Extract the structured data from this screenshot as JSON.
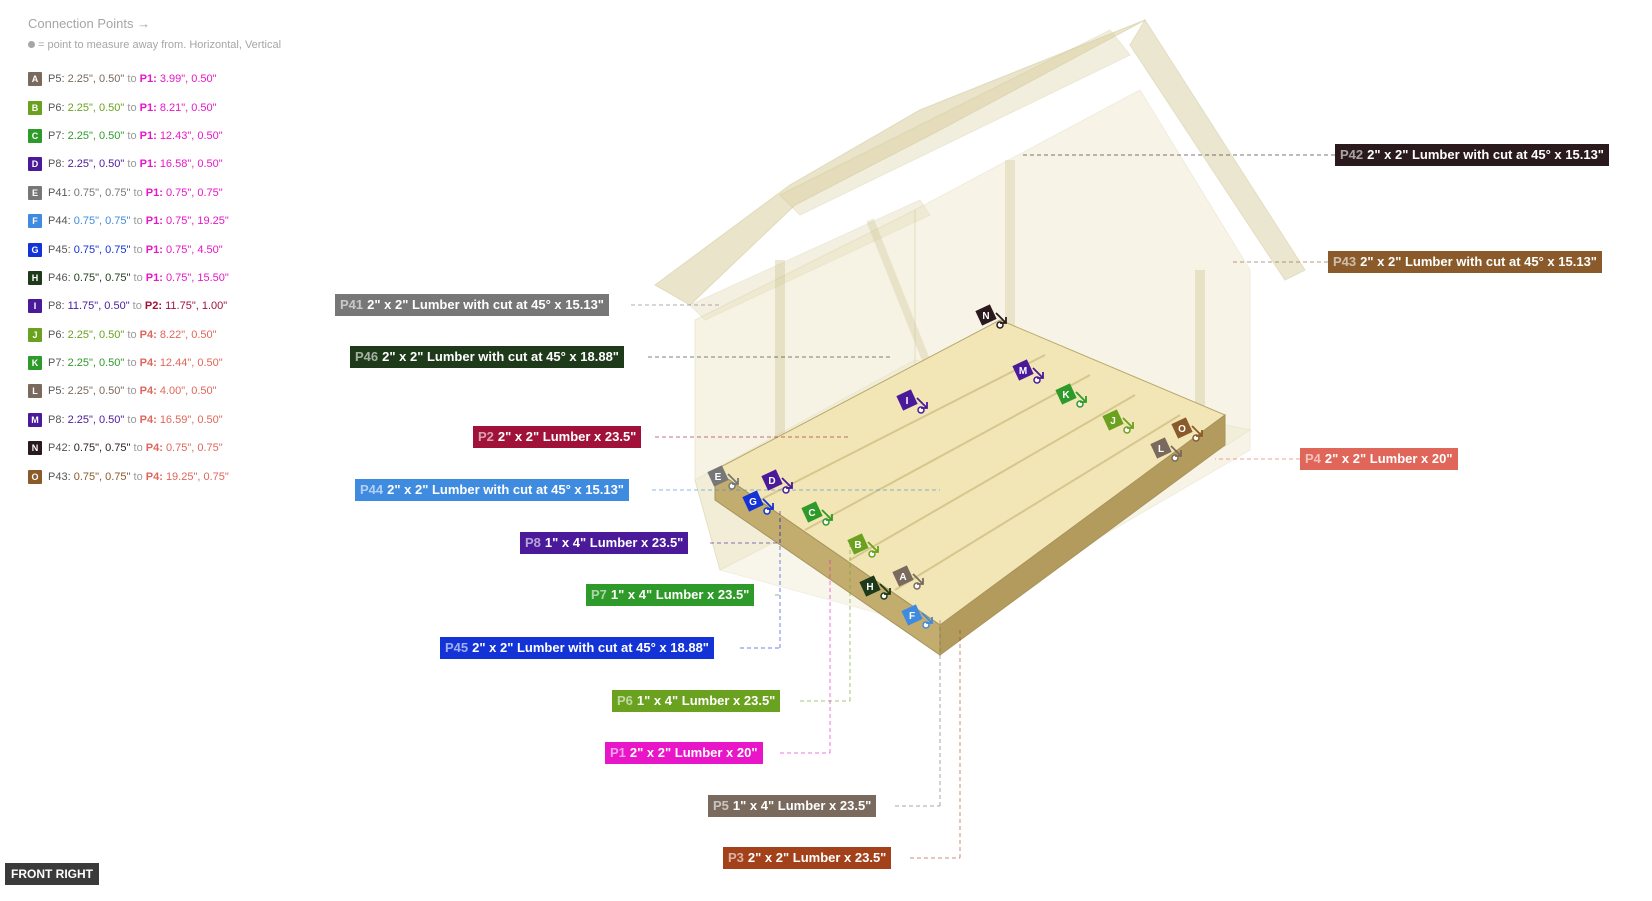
{
  "legend": {
    "title": "Connection Points →",
    "subtitle": "= point to measure away from. Horizontal, Vertical",
    "items": [
      {
        "badge": "A",
        "color": "#7a6a5d",
        "from": "P5:",
        "from_xy": "2.25\", 0.50\"",
        "to": "P1:",
        "to_xy": "3.99\", 0.50\""
      },
      {
        "badge": "B",
        "color": "#6aa11e",
        "from": "P6:",
        "from_xy": "2.25\", 0.50\"",
        "to": "P1:",
        "to_xy": "8.21\", 0.50\""
      },
      {
        "badge": "C",
        "color": "#2e9a2a",
        "from": "P7:",
        "from_xy": "2.25\", 0.50\"",
        "to": "P1:",
        "to_xy": "12.43\", 0.50\""
      },
      {
        "badge": "D",
        "color": "#4a1a9a",
        "from": "P8:",
        "from_xy": "2.25\", 0.50\"",
        "to": "P1:",
        "to_xy": "16.58\", 0.50\""
      },
      {
        "badge": "E",
        "color": "#777777",
        "from": "P41:",
        "from_xy": "0.75\", 0.75\"",
        "to": "P1:",
        "to_xy": "0.75\", 0.75\""
      },
      {
        "badge": "F",
        "color": "#3f8be0",
        "from": "P44:",
        "from_xy": "0.75\", 0.75\"",
        "to": "P1:",
        "to_xy": "0.75\", 19.25\""
      },
      {
        "badge": "G",
        "color": "#1333d6",
        "from": "P45:",
        "from_xy": "0.75\", 0.75\"",
        "to": "P1:",
        "to_xy": "0.75\", 4.50\""
      },
      {
        "badge": "H",
        "color": "#1f3a1a",
        "from": "P46:",
        "from_xy": "0.75\", 0.75\"",
        "to": "P1:",
        "to_xy": "0.75\", 15.50\""
      },
      {
        "badge": "I",
        "color": "#4a1a9a",
        "from": "P8:",
        "from_xy": "11.75\", 0.50\"",
        "to": "P2:",
        "to_xy": "11.75\", 1.00\""
      },
      {
        "badge": "J",
        "color": "#6aa11e",
        "from": "P6:",
        "from_xy": "2.25\", 0.50\"",
        "to": "P4:",
        "to_xy": "8.22\", 0.50\""
      },
      {
        "badge": "K",
        "color": "#2e9a2a",
        "from": "P7:",
        "from_xy": "2.25\", 0.50\"",
        "to": "P4:",
        "to_xy": "12.44\", 0.50\""
      },
      {
        "badge": "L",
        "color": "#7a6a5d",
        "from": "P5:",
        "from_xy": "2.25\", 0.50\"",
        "to": "P4:",
        "to_xy": "4.00\", 0.50\""
      },
      {
        "badge": "M",
        "color": "#4a1a9a",
        "from": "P8:",
        "from_xy": "2.25\", 0.50\"",
        "to": "P4:",
        "to_xy": "16.59\", 0.50\""
      },
      {
        "badge": "N",
        "color": "#2a1a1e",
        "from": "P42:",
        "from_xy": "0.75\", 0.75\"",
        "to": "P4:",
        "to_xy": "0.75\", 0.75\""
      },
      {
        "badge": "O",
        "color": "#8a5a2a",
        "from": "P43:",
        "from_xy": "0.75\", 0.75\"",
        "to": "P4:",
        "to_xy": "19.25\", 0.75\""
      }
    ]
  },
  "parts": [
    {
      "id": "P42",
      "text": "2\" x 2\" Lumber with cut at 45° x 15.13\"",
      "color": "#2a1a1e"
    },
    {
      "id": "P43",
      "text": "2\" x 2\" Lumber with cut at 45° x 15.13\"",
      "color": "#8a5a2a"
    },
    {
      "id": "P41",
      "text": "2\" x 2\" Lumber with cut at 45° x 15.13\"",
      "color": "#777777"
    },
    {
      "id": "P46",
      "text": "2\" x 2\" Lumber with cut at 45° x 18.88\"",
      "color": "#1f3a1a"
    },
    {
      "id": "P2",
      "text": "2\" x 2\" Lumber x 23.5\"",
      "color": "#a0123a"
    },
    {
      "id": "P4",
      "text": "2\" x 2\" Lumber x 20\"",
      "color": "#e0665a"
    },
    {
      "id": "P44",
      "text": "2\" x 2\" Lumber with cut at 45° x 15.13\"",
      "color": "#3f8be0"
    },
    {
      "id": "P8",
      "text": "1\" x 4\" Lumber  x 23.5\"",
      "color": "#4a1a9a"
    },
    {
      "id": "P7",
      "text": "1\" x 4\" Lumber  x 23.5\"",
      "color": "#2e9a2a"
    },
    {
      "id": "P45",
      "text": "2\" x 2\" Lumber with cut at 45° x 18.88\"",
      "color": "#1333d6"
    },
    {
      "id": "P6",
      "text": "1\" x 4\" Lumber  x 23.5\"",
      "color": "#6aa11e"
    },
    {
      "id": "P1",
      "text": "2\" x 2\" Lumber x 20\"",
      "color": "#e816c8"
    },
    {
      "id": "P5",
      "text": "1\" x 4\" Lumber  x 23.5\"",
      "color": "#7a6a5d"
    },
    {
      "id": "P3",
      "text": "2\" x 2\" Lumber x 23.5\"",
      "color": "#a3411a"
    }
  ],
  "markers": [
    {
      "badge": "A",
      "color": "#7a6a5d"
    },
    {
      "badge": "B",
      "color": "#6aa11e"
    },
    {
      "badge": "C",
      "color": "#2e9a2a"
    },
    {
      "badge": "D",
      "color": "#4a1a9a"
    },
    {
      "badge": "E",
      "color": "#777777"
    },
    {
      "badge": "F",
      "color": "#3f8be0"
    },
    {
      "badge": "G",
      "color": "#1333d6"
    },
    {
      "badge": "H",
      "color": "#1f3a1a"
    },
    {
      "badge": "I",
      "color": "#4a1a9a"
    },
    {
      "badge": "J",
      "color": "#6aa11e"
    },
    {
      "badge": "K",
      "color": "#2e9a2a"
    },
    {
      "badge": "L",
      "color": "#7a6a5d"
    },
    {
      "badge": "M",
      "color": "#4a1a9a"
    },
    {
      "badge": "N",
      "color": "#2a1a1e"
    },
    {
      "badge": "O",
      "color": "#8a5a2a"
    }
  ],
  "view": "FRONT RIGHT"
}
